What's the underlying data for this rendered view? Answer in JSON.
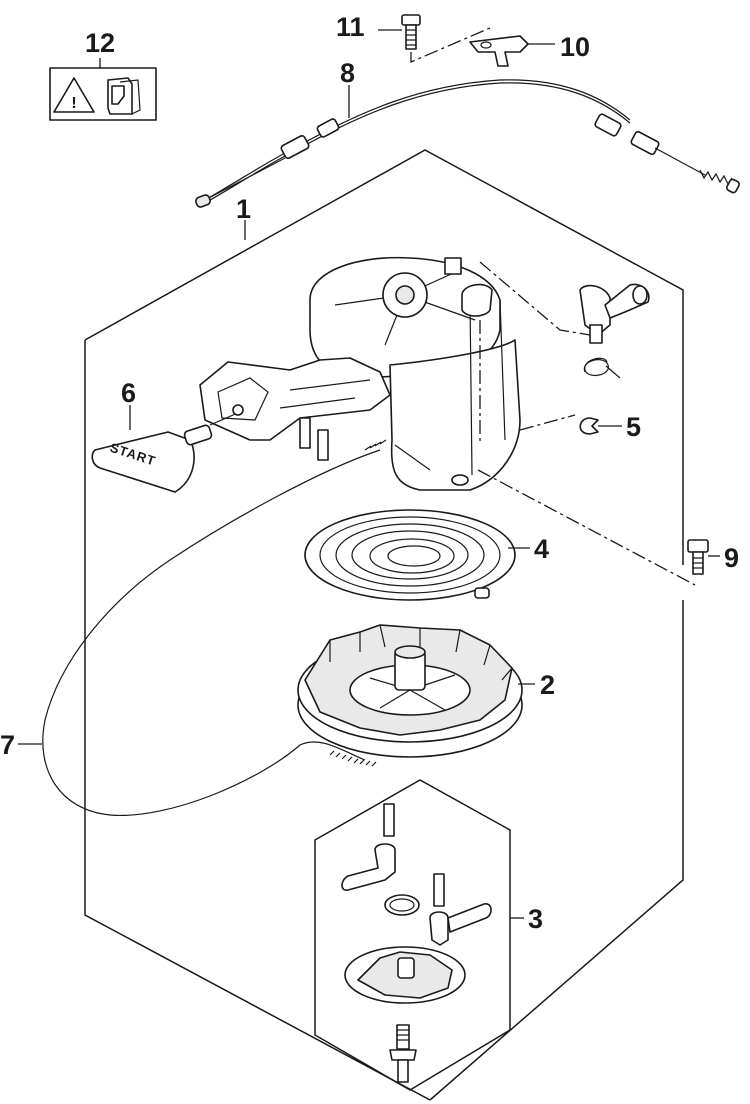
{
  "callouts": {
    "c1": "1",
    "c2": "2",
    "c3": "3",
    "c4": "4",
    "c5": "5",
    "c6": "6",
    "c7": "7",
    "c8": "8",
    "c9": "9",
    "c10": "10",
    "c11": "11",
    "c12": "12"
  },
  "handle_text": "START"
}
